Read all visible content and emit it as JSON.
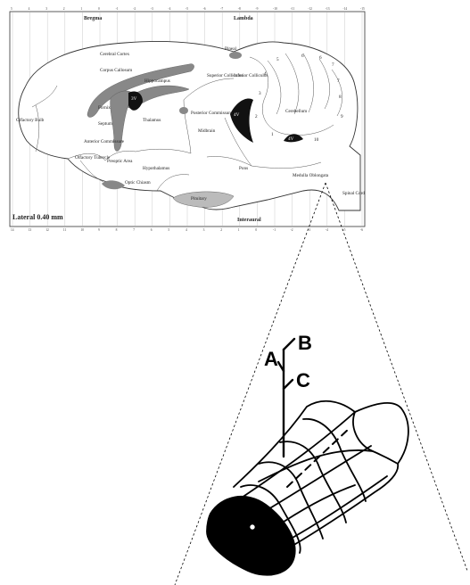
{
  "atlas": {
    "headers": {
      "bregma": "Bregma",
      "lambda": "Lambda"
    },
    "plane_label": "Lateral 0.40 mm",
    "interaural_label": "Interaural",
    "top_ticks": [
      "5",
      "4",
      "3",
      "2",
      "1",
      "0",
      "-1",
      "-2",
      "-3",
      "-4",
      "-5",
      "-6",
      "-7",
      "-8",
      "-9",
      "-10",
      "-11",
      "-12",
      "-13",
      "-14",
      "-15"
    ],
    "bottom_ticks": [
      "14",
      "13",
      "12",
      "11",
      "10",
      "9",
      "8",
      "7",
      "6",
      "5",
      "4",
      "3",
      "2",
      "1",
      "0",
      "-1",
      "-2",
      "-3",
      "-4",
      "-5",
      "-6"
    ],
    "regions": {
      "cerebral_cortex": "Cerebral Cortex",
      "corpus_callosum": "Corpus Callosum",
      "hippocampus": "Hippocampus",
      "fornix": "Fornix",
      "septum": "Septum",
      "thalamus": "Thalamus",
      "superior_colliculus": "Superior Colliculus",
      "inferior_colliculus": "Inferior Colliculus",
      "pineal": "Pineal",
      "posterior_commissure": "Posterior Commissure",
      "midbrain": "Midbrain",
      "cerebellum": "Cerebellum",
      "olfactory_bulb": "Olfactory Bulb",
      "anterior_commissure": "Anterior Commissure",
      "olfactory_tubercle": "Olfactory Tubercle",
      "preoptic_area": "Preoptic Area",
      "hypothalamus": "Hypothalamus",
      "optic_chiasm": "Optic Chiasm",
      "pituitary": "Pituitary",
      "pons": "Pons",
      "medulla_oblongata": "Medulla Oblongata",
      "spinal_cord": "Spinal Cord",
      "ventricle_3": "3V",
      "ventricle_4": "4V",
      "ventricle_4b": "4V"
    },
    "lobules": [
      "1",
      "2",
      "3",
      "4",
      "5",
      "6",
      "7",
      "8",
      "9",
      "10",
      "6",
      "7"
    ]
  },
  "schematic": {
    "electrode_labels": {
      "a": "A",
      "b": "B",
      "c": "C"
    }
  }
}
